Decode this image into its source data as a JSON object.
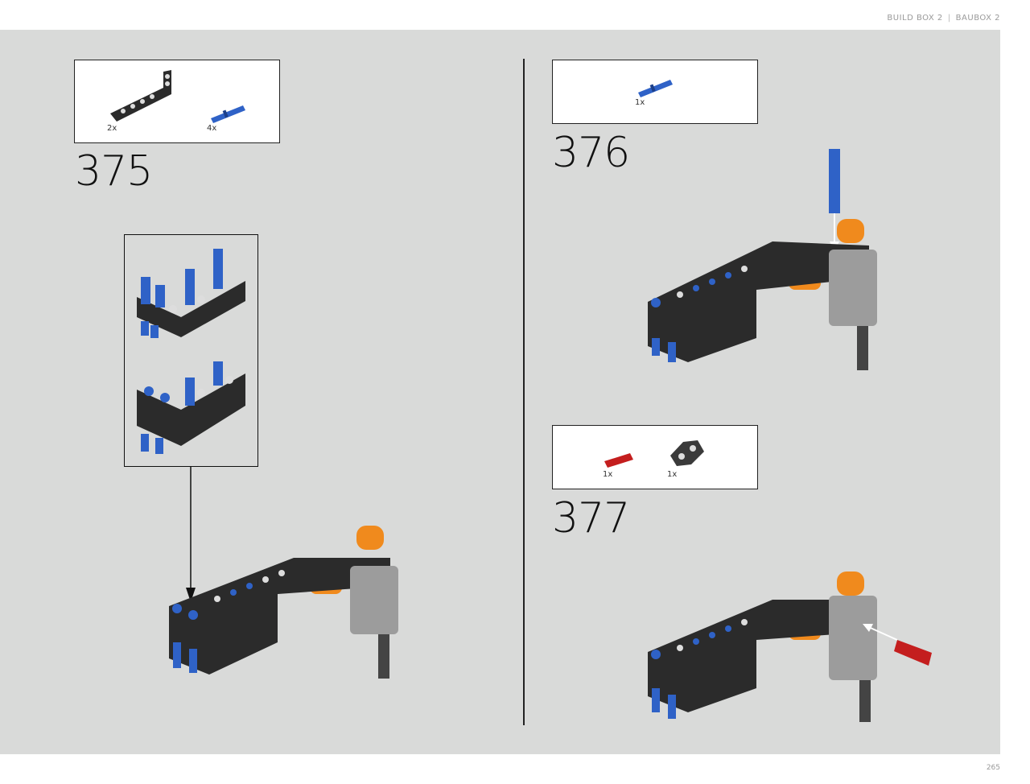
{
  "header": {
    "left": "BUILD BOX 2",
    "separator": "|",
    "right": "BAUBOX 2"
  },
  "page_number": "265",
  "steps": [
    {
      "number": "375",
      "parts": [
        {
          "qty": "2x",
          "icon": "black-l-beam-icon"
        },
        {
          "qty": "4x",
          "icon": "blue-pin-icon"
        }
      ]
    },
    {
      "number": "376",
      "parts": [
        {
          "qty": "1x",
          "icon": "blue-pin-icon"
        }
      ]
    },
    {
      "number": "377",
      "parts": [
        {
          "qty": "1x",
          "icon": "red-axle-icon"
        },
        {
          "qty": "1x",
          "icon": "gray-connector-icon"
        }
      ]
    }
  ],
  "colors": {
    "page_bg": "#d9dad9",
    "beam": "#2b2b2b",
    "pin_blue": "#2f62c7",
    "orange": "#f08a1d",
    "axle_red": "#c41e1e",
    "gray": "#9c9c9c"
  }
}
